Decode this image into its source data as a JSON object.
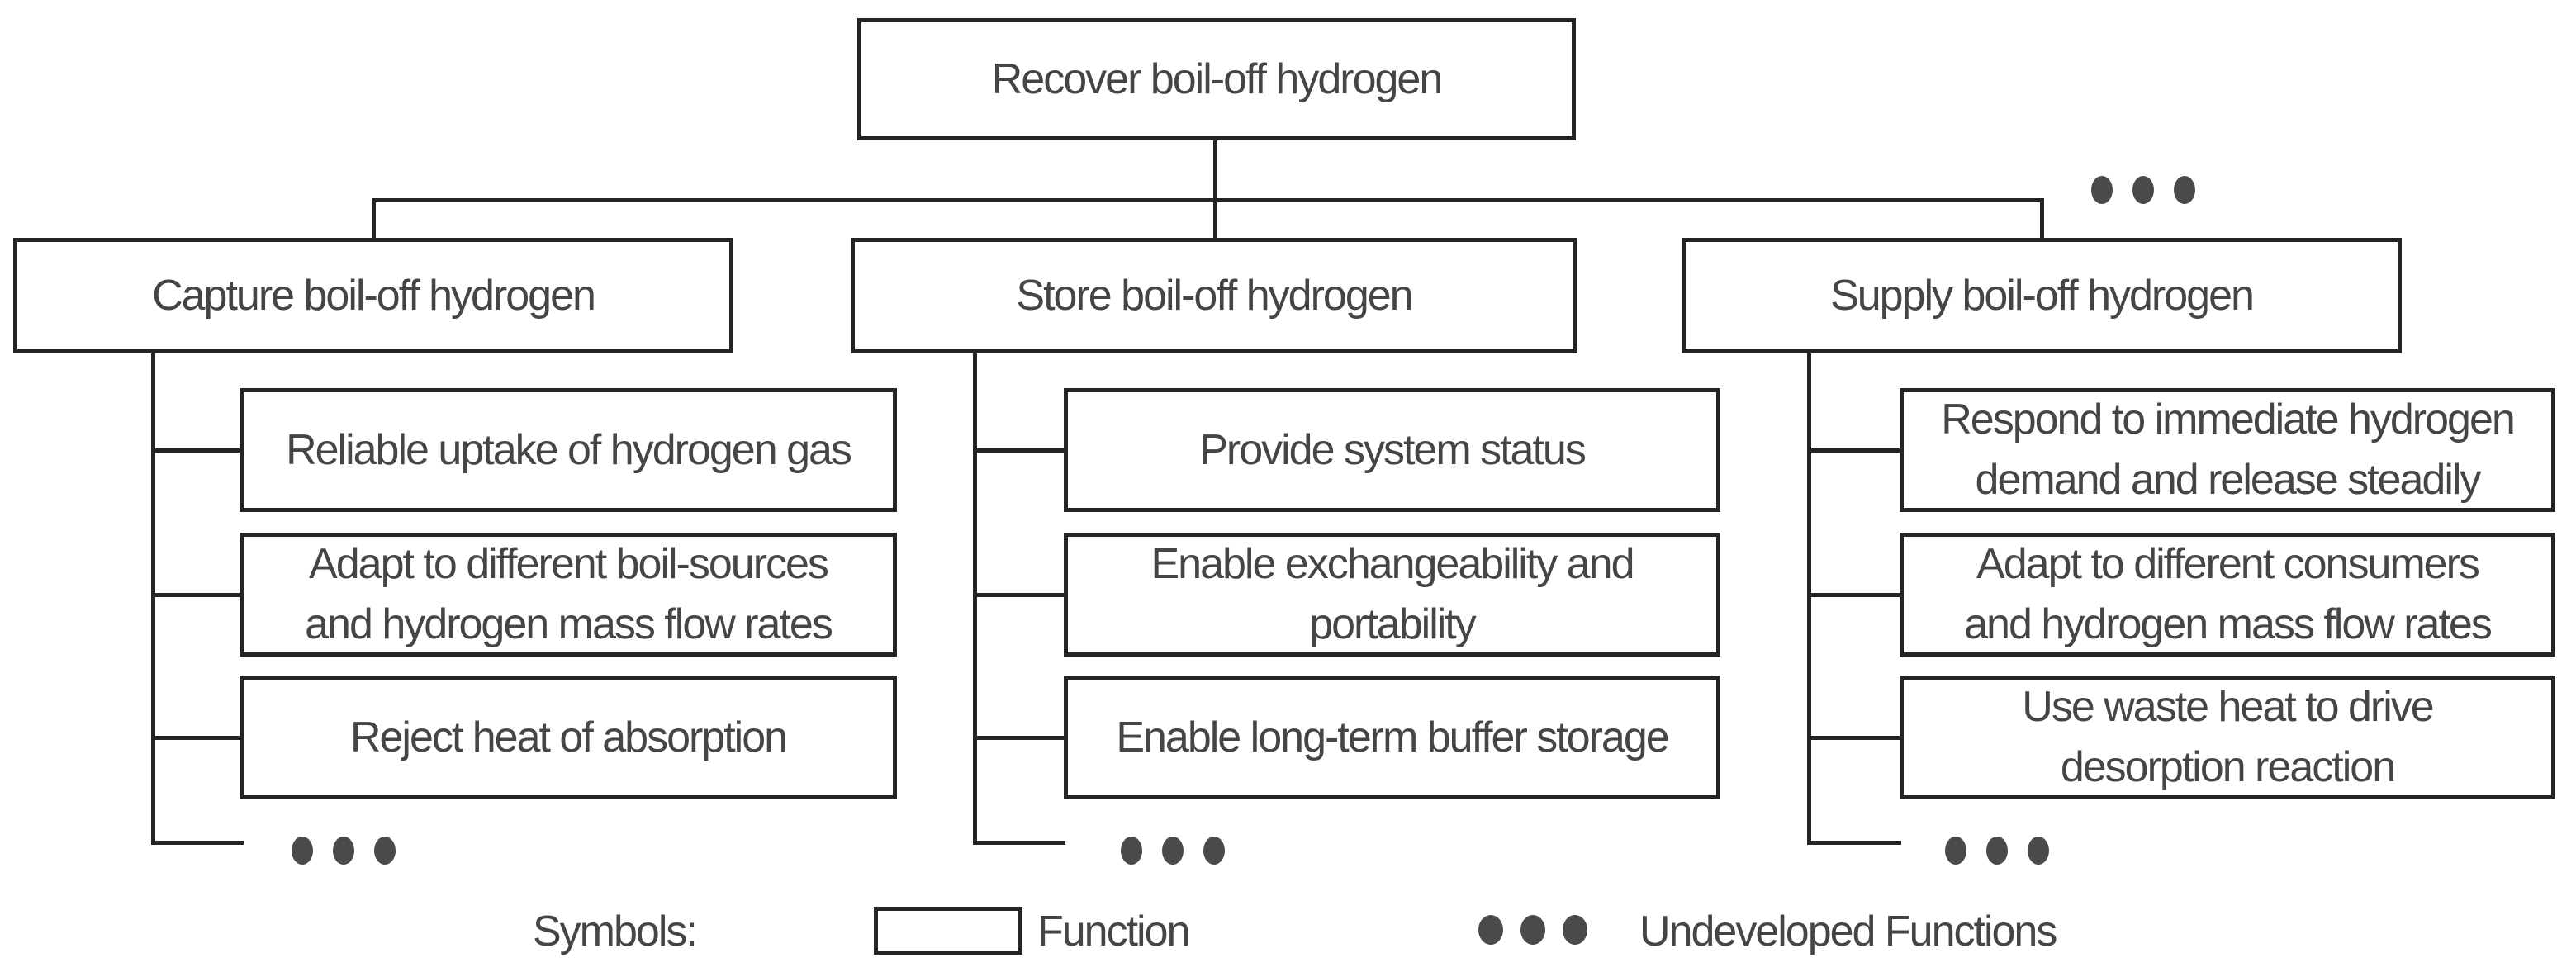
{
  "diagram": {
    "root": {
      "label": "Recover boil-off hydrogen"
    },
    "branches": [
      {
        "label": "Capture boil-off hydrogen",
        "children": [
          "Reliable uptake of hydrogen gas",
          "Adapt to different boil-sources\nand hydrogen mass flow rates",
          "Reject heat of absorption"
        ],
        "has_undeveloped_children": true
      },
      {
        "label": "Store boil-off hydrogen",
        "children": [
          "Provide system status",
          "Enable exchangeability and\nportability",
          "Enable long-term buffer storage"
        ],
        "has_undeveloped_children": true
      },
      {
        "label": "Supply boil-off hydrogen",
        "children": [
          "Respond to immediate hydrogen\ndemand and release steadily",
          "Adapt to different consumers\nand hydrogen mass flow rates",
          "Use waste heat to drive\ndesorption reaction"
        ],
        "has_undeveloped_children": true
      }
    ],
    "has_undeveloped_branches": true
  },
  "legend": {
    "title": "Symbols:",
    "function_label": "Function",
    "undeveloped_label": "Undeveloped Functions"
  },
  "colors": {
    "background": "#ffffff",
    "border": "#242424",
    "text": "#454545",
    "dots": "#4a4a4a"
  }
}
